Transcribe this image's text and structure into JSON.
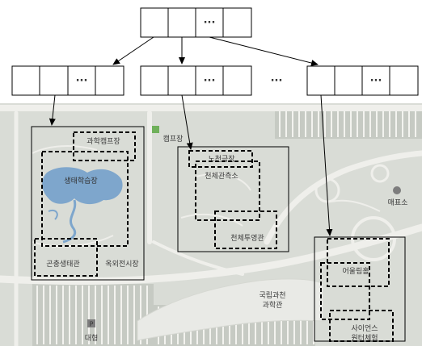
{
  "diagram": {
    "ellipsis": "···",
    "between_nodes_ellipsis": "···",
    "colors": {
      "map_bg": "#d9dcd6",
      "map_road": "#eeeeea",
      "map_parking": "#c6cac3",
      "water": "#7ea6cc",
      "grass": "#a9c58a",
      "node_fill": "#ffffff",
      "stroke": "#000000"
    },
    "map_labels": {
      "science_camp": "과학캠프장",
      "camp_label": "캠프장",
      "eco_pond": "생태학습장",
      "insect_museum": "곤충생태관",
      "outdoor_exhibit": "옥외전시장",
      "open_theater": "노천극장",
      "observatory": "천체관측소",
      "planetarium": "천체투영관",
      "ticket_office": "매표소",
      "museum_main": "국립과천\n과학관",
      "eoulim_hall": "어울림홀",
      "science_center": "사이언스\n원터체험",
      "parking_sign": "P",
      "parking_label": "대형"
    }
  }
}
